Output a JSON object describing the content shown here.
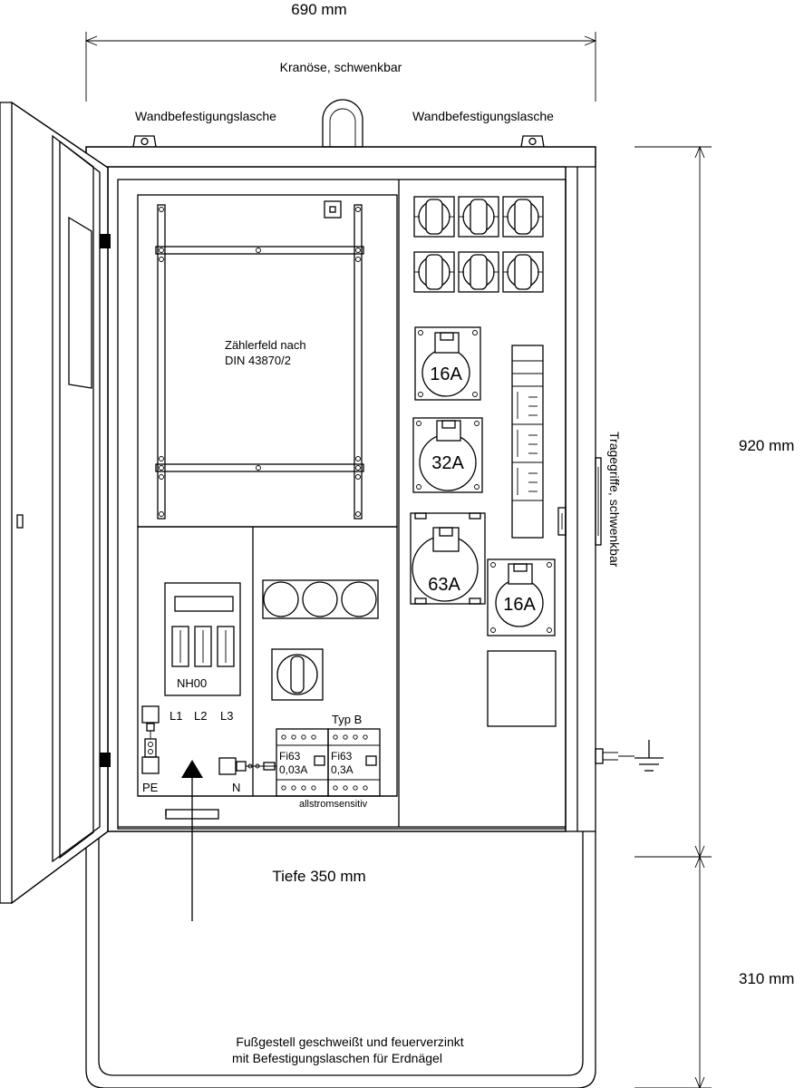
{
  "dimensions": {
    "width": "690 mm",
    "height_cabinet": "920 mm",
    "height_base": "310 mm",
    "depth": "Tiefe 350 mm"
  },
  "labels": {
    "crane_eye": "Kranöse, schwenkbar",
    "wall_bracket_left": "Wandbefestigungslasche",
    "wall_bracket_right": "Wandbefestigungslasche",
    "carry_handles": "Tragegriffe, schwenkbar",
    "meter_field_line1": "Zählerfeld nach",
    "meter_field_line2": "DIN 43870/2",
    "fuse_base": "NH00",
    "phase_l1": "L1",
    "phase_l2": "L2",
    "phase_l3": "L3",
    "pe": "PE",
    "neutral": "N",
    "rcd_type": "Typ B",
    "rcd1_line1": "Fi63",
    "rcd1_line2": "0,03A",
    "rcd2_line1": "Fi63",
    "rcd2_line2": "0,3A",
    "rcd_sensitivity": "allstromsensitiv",
    "base_line1": "Fußgestell geschweißt und feuerverzinkt",
    "base_line2": "mit Befestigungslaschen für Erdnägel"
  },
  "sockets": {
    "cee_16a_top": "16A",
    "cee_32a": "32A",
    "cee_63a": "63A",
    "cee_16a_bottom": "16A",
    "schuko_count": 6
  }
}
